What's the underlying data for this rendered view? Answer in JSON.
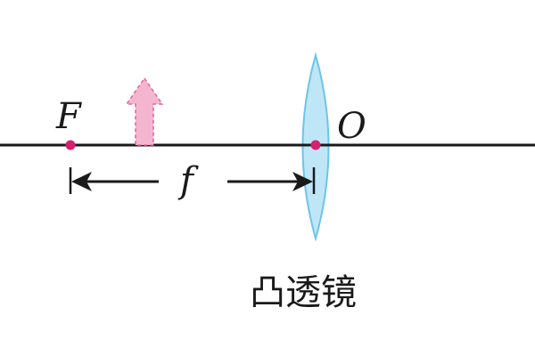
{
  "labels": {
    "focal_point": "F",
    "optical_center": "O",
    "focal_length": "f",
    "lens_name": "凸透镜"
  },
  "colors": {
    "axis": "#1a1a1a",
    "lens_fill": "#bfe6f7",
    "lens_stroke": "#6cc5ea",
    "object_arrow": "#f4b6cf",
    "object_arrow_outline": "#e2679e",
    "points": "#d6206e"
  }
}
